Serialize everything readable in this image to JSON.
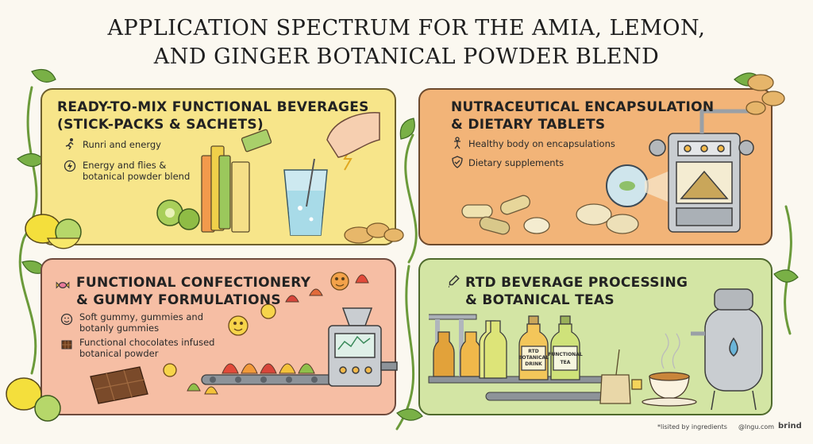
{
  "title": {
    "line1": "APPLICATION SPECTRUM FOR THE AMIA, LEMON,",
    "line2": "AND GINGER BOTANICAL POWDER BLEND"
  },
  "panels": {
    "ready_to_mix": {
      "title_line1": "READY-TO-MIX FUNCTIONAL BEVERAGES",
      "title_line2": "(STICK-PACKS & SACHETS)",
      "bullet1": "Runri and energy",
      "bullet2_line1": "Energy and flies &",
      "bullet2_line2": "botanical powder blend",
      "color": "#f7e58a"
    },
    "nutraceutical": {
      "title_line1": "NUTRACEUTICAL ENCAPSULATION",
      "title_line2": "& DIETARY TABLETS",
      "bullet1": "Healthy body on encapsulations",
      "bullet2": "Dietary supplements",
      "color": "#f2b478"
    },
    "confectionery": {
      "title_line1": "FUNCTIONAL CONFECTIONERY",
      "title_line2": "& GUMMY FORMULATIONS",
      "bullet1_line1": "Soft gummy, gummies and",
      "bullet1_line2": "botanly gummies",
      "bullet2_line1": "Functional chocolates infused",
      "bullet2_line2": "botanical powder",
      "color": "#f6bea4"
    },
    "rtd": {
      "title_line1": "RTD BEVERAGE PROCESSING",
      "title_line2": "& BOTANICAL TEAS",
      "color": "#d3e5a4",
      "bottle1_line1": "RTD",
      "bottle1_line2": "BOTANICAL",
      "bottle1_line3": "DRINK",
      "bottle2_line1": "FUNCTIONAL",
      "bottle2_line2": "TEA"
    }
  },
  "footer": {
    "note": "*lisited by ingredients",
    "site": "@lngu.com",
    "brand": "brind"
  }
}
